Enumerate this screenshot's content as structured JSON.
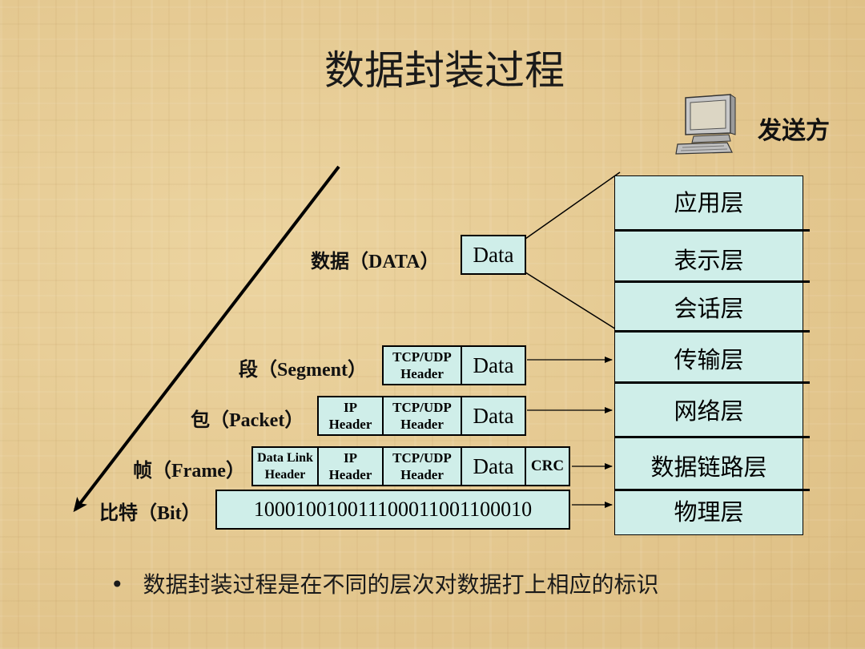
{
  "title": "数据封装过程",
  "sender": "发送方",
  "layers": [
    "应用层",
    "表示层",
    "会话层",
    "传输层",
    "网络层",
    "数据链路层",
    "物理层"
  ],
  "stages": {
    "data": {
      "label_cn": "数据",
      "label_en": "DATA",
      "data": "Data"
    },
    "segment": {
      "label_cn": "段",
      "label_en": "Segment",
      "tcp": "TCP/UDP",
      "header": "Header",
      "data": "Data"
    },
    "packet": {
      "label_cn": "包",
      "label_en": "Packet",
      "ip": "IP",
      "header": "Header",
      "tcp": "TCP/UDP",
      "data": "Data"
    },
    "frame": {
      "label_cn": "帧",
      "label_en": "Frame",
      "dl": "Data Link",
      "header": "Header",
      "ip": "IP",
      "tcp": "TCP/UDP",
      "data": "Data",
      "crc": "CRC"
    },
    "bit": {
      "label_cn": "比特",
      "label_en": "Bit",
      "bits": "10001001001110001100110001​0"
    }
  },
  "bullet_symbol": "•",
  "bullet_text": "数据封装过程是在不同的层次对数据打上相应的标识"
}
